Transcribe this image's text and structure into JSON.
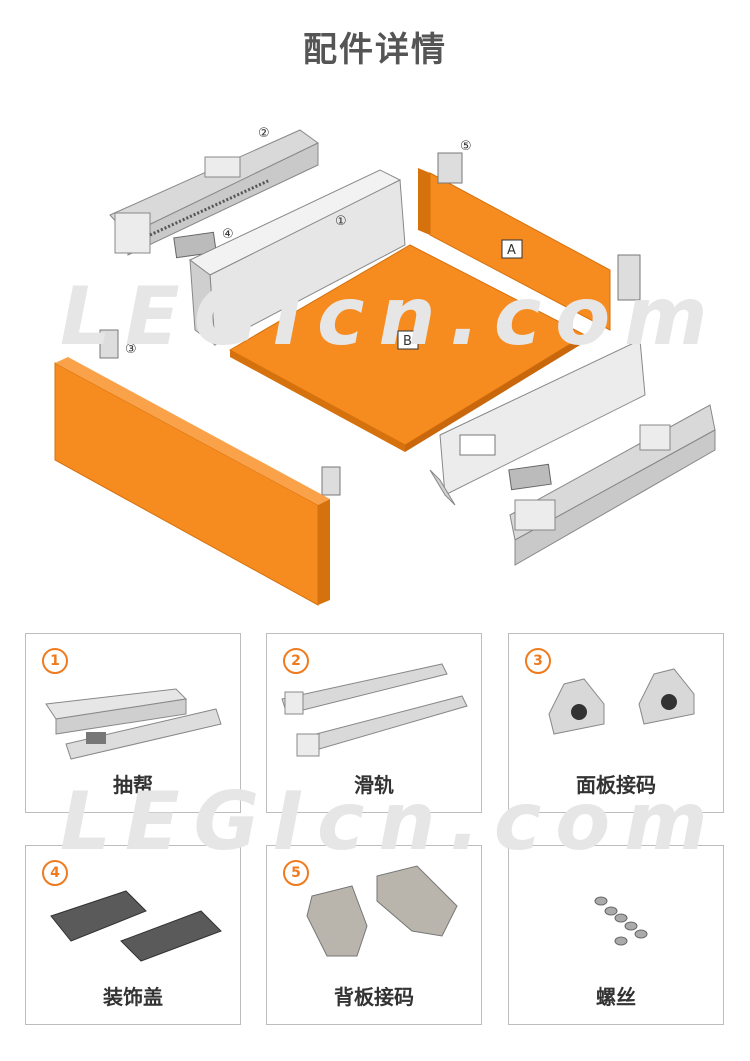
{
  "header": {
    "title": "配件详情"
  },
  "watermark": {
    "text": "LEGIcn.com"
  },
  "diagram": {
    "markers": {
      "m1": "①",
      "m2": "②",
      "m3": "③",
      "m4": "④",
      "m5": "⑤"
    },
    "panel_labels": {
      "a": "A",
      "b": "B"
    },
    "colors": {
      "panel": "#f68b1f",
      "panel_edge": "#d6720e",
      "metal": "#e4e4e4"
    }
  },
  "parts": [
    {
      "number": "1",
      "label": "抽帮"
    },
    {
      "number": "2",
      "label": "滑轨"
    },
    {
      "number": "3",
      "label": "面板接码"
    },
    {
      "number": "4",
      "label": "装饰盖"
    },
    {
      "number": "5",
      "label": "背板接码"
    },
    {
      "number": "",
      "label": "螺丝"
    }
  ]
}
